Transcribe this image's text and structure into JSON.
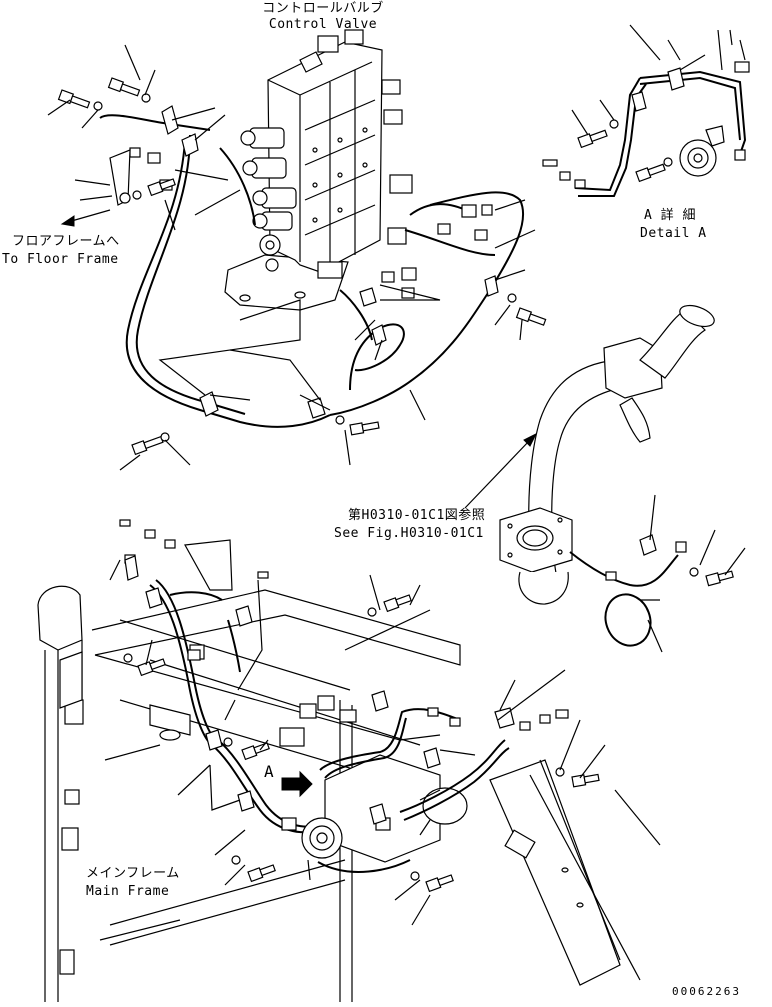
{
  "labels": {
    "control_valve_ja": "コントロールバルブ",
    "control_valve_en": "Control Valve",
    "floor_frame_ja": "フロアフレームへ",
    "floor_frame_en": "To Floor Frame",
    "detail_a_ja": "A 詳 細",
    "detail_a_en": "Detail A",
    "see_fig_ja": "第H0310-01C1図参照",
    "see_fig_en": "See Fig.H0310-01C1",
    "main_frame_ja": "メインフレーム",
    "main_frame_en": "Main Frame",
    "view_marker": "A",
    "drawing_number": "00062263"
  }
}
